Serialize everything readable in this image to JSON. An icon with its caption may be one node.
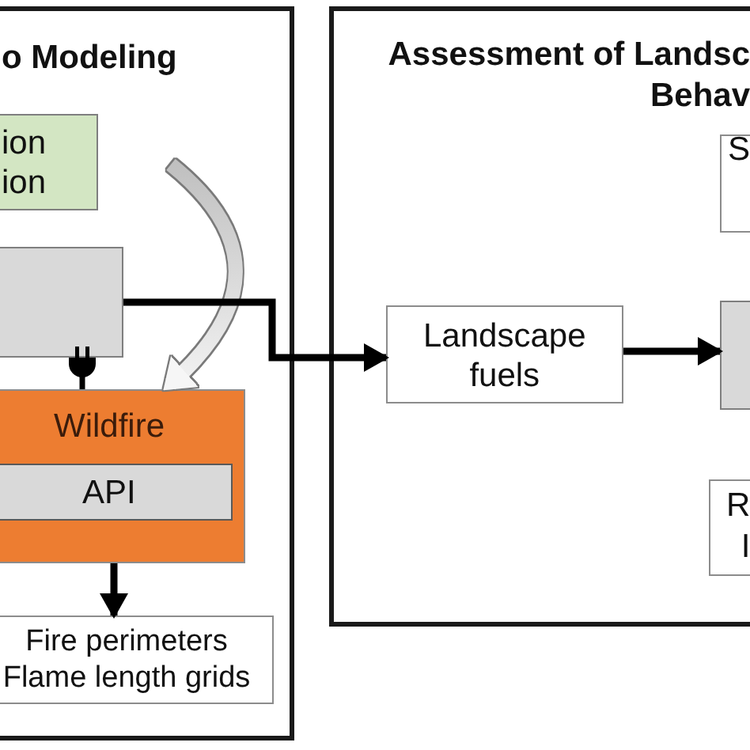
{
  "diagram": {
    "nodes": [
      {
        "text": [
          "o Modeling"
        ]
      },
      {
        "text": [
          "ion ion"
        ],
        "in": 0
      },
      {
        "text": [],
        "shape": "box",
        "in": 0
      },
      {
        "text": [
          "Wildfire"
        ],
        "in": 0
      },
      {
        "text": [
          "API"
        ],
        "in": 3
      },
      {
        "text": [
          "Fire perimeters Flame length grids"
        ],
        "in": 0
      },
      {
        "text": [
          "Assessment of Landsc Behav"
        ]
      },
      {
        "text": [
          "Landscape fuels"
        ],
        "in": 6
      },
      {
        "text": [
          "S"
        ],
        "in": 6
      },
      {
        "text": [],
        "shape": "box",
        "in": 6
      },
      {
        "text": [
          "R I"
        ],
        "in": 6
      }
    ],
    "edges": [
      {
        "from": 2,
        "to": 7,
        "arrow": "to"
      },
      {
        "from": 7,
        "to": 9,
        "arrow": "to"
      },
      {
        "from": 2,
        "to": 3,
        "arrow": "other"
      },
      {
        "from": 3,
        "to": 5,
        "arrow": "to"
      },
      {
        "from": null,
        "to": 3,
        "arrow": "to",
        "style": "thick",
        "color": "#c0c0c0"
      }
    ]
  }
}
